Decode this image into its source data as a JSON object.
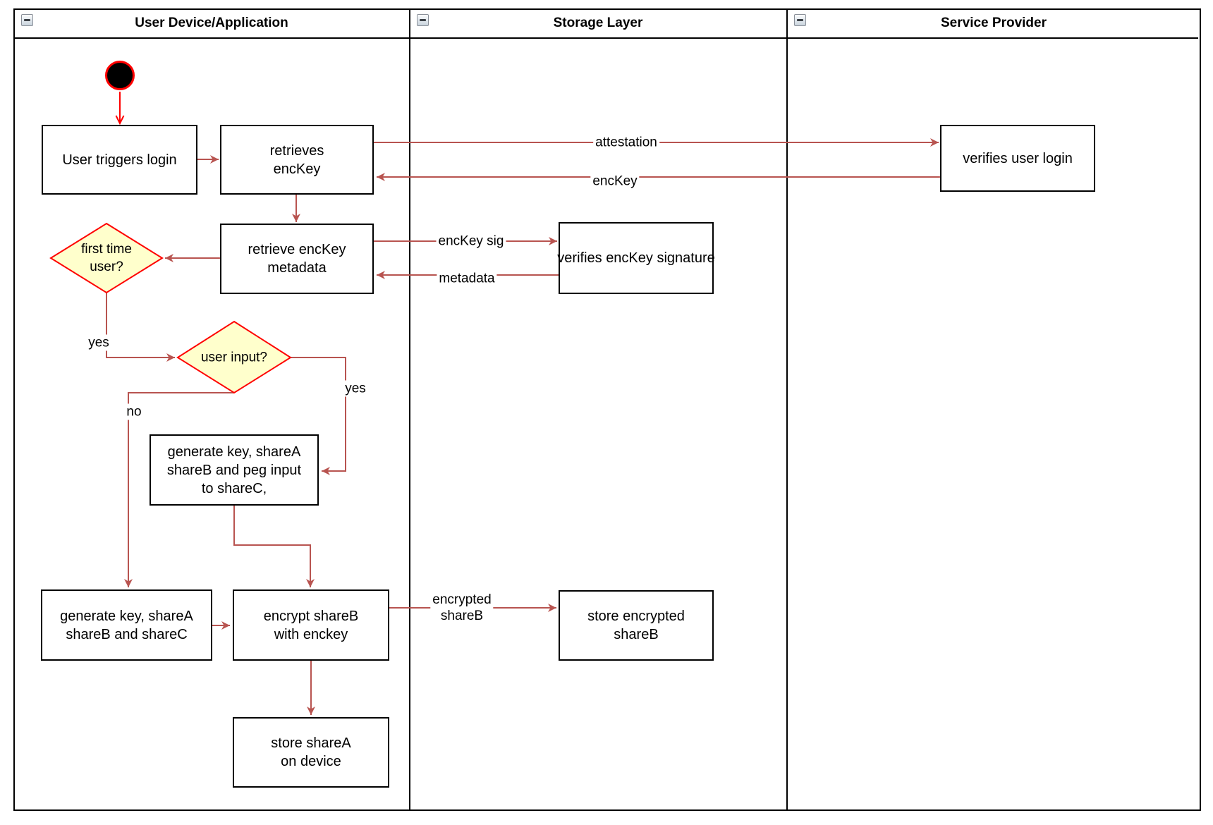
{
  "lanes": [
    {
      "title": "User Device/Application"
    },
    {
      "title": "Storage Layer"
    },
    {
      "title": "Service Provider"
    }
  ],
  "nodes": {
    "user_triggers": {
      "label": "User triggers login"
    },
    "retrieves_enckey": {
      "label": "retrieves\nencKey"
    },
    "retrieve_metadata": {
      "label": "retrieve encKey\nmetadata"
    },
    "first_time": {
      "label": "first time\nuser?"
    },
    "user_input": {
      "label": "user input?"
    },
    "peg_input": {
      "label": "generate key, shareA\nshareB and peg input\nto shareC,"
    },
    "generate": {
      "label": "generate key, shareA\nshareB and shareC"
    },
    "encrypt": {
      "label": "encrypt shareB\nwith enckey"
    },
    "store_sharea": {
      "label": "store shareA\non device"
    },
    "verify_sig": {
      "label": "verifies encKey signature"
    },
    "store_encrypted": {
      "label": "store encrypted\nshareB"
    },
    "verify_login": {
      "label": "verifies user login"
    }
  },
  "edge_labels": {
    "attestation": "attestation",
    "enckey": "encKey",
    "enckey_sig": "encKey sig",
    "metadata": "metadata",
    "yes_first_time": "yes",
    "yes_user_input": "yes",
    "no_user_input": "no",
    "encrypted_shareb": "encrypted\nshareB"
  },
  "colors": {
    "arrow": "#b85450",
    "start_arrow": "#ff0000",
    "decision_fill": "#ffffcc",
    "decision_border": "#ff0000",
    "node_border": "#000000",
    "node_fill": "#ffffff"
  }
}
